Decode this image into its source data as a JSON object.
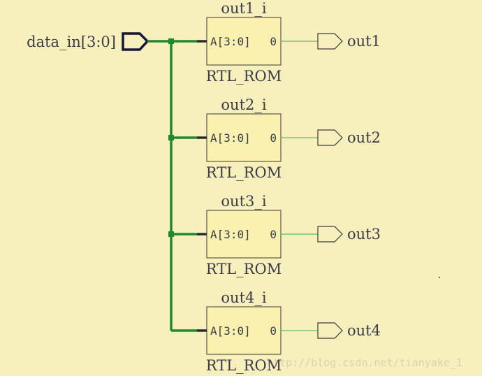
{
  "colors": {
    "background": "#f8f0bc",
    "bus_wire": "#1e8a2e",
    "signal_wire": "#58c064",
    "block_fill": "#faf0b0",
    "block_border": "#3a3a3a",
    "input_port_stroke": "#16163a",
    "output_port_stroke": "#3a3a3a",
    "text": "#3c3c48"
  },
  "input_port": {
    "label": "data_in[3:0]",
    "icon": "input-port-arrow-icon"
  },
  "blocks": [
    {
      "instance": "out1_i",
      "type": "RTL_ROM",
      "in_pin": "A[3:0]",
      "out_pin": "0",
      "output": "out1"
    },
    {
      "instance": "out2_i",
      "type": "RTL_ROM",
      "in_pin": "A[3:0]",
      "out_pin": "0",
      "output": "out2"
    },
    {
      "instance": "out3_i",
      "type": "RTL_ROM",
      "in_pin": "A[3:0]",
      "out_pin": "0",
      "output": "out3"
    },
    {
      "instance": "out4_i",
      "type": "RTL_ROM",
      "in_pin": "A[3:0]",
      "out_pin": "0",
      "output": "out4"
    }
  ],
  "watermark": "http://blog.csdn.net/tianyake_1"
}
